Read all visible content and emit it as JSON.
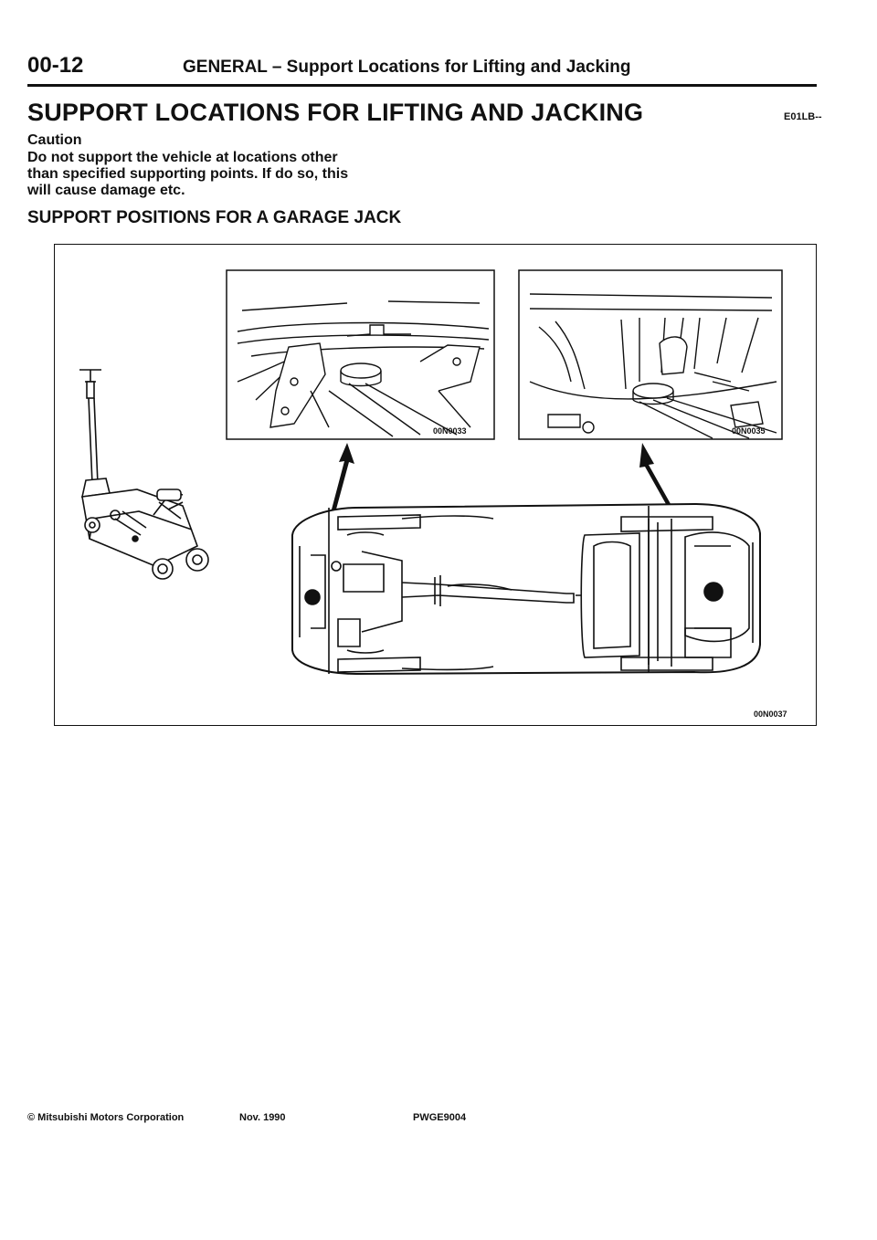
{
  "header": {
    "page_number": "00-12",
    "section": "GENERAL – Support Locations for Lifting and Jacking"
  },
  "title": "SUPPORT LOCATIONS FOR LIFTING AND JACKING",
  "code": "E01LB--",
  "caution": {
    "heading": "Caution",
    "lines": [
      "Do not support the vehicle at locations other",
      "than specified supporting points. If do so, this",
      "will cause damage etc."
    ]
  },
  "subheading": "SUPPORT POSITIONS FOR A GARAGE JACK",
  "figure": {
    "inset_left_label": "00N0033",
    "inset_right_label": "00N0035",
    "main_label": "00N0037"
  },
  "footer": {
    "copyright": "© Mitsubishi Motors Corporation",
    "date": "Nov. 1990",
    "code": "PWGE9004"
  }
}
